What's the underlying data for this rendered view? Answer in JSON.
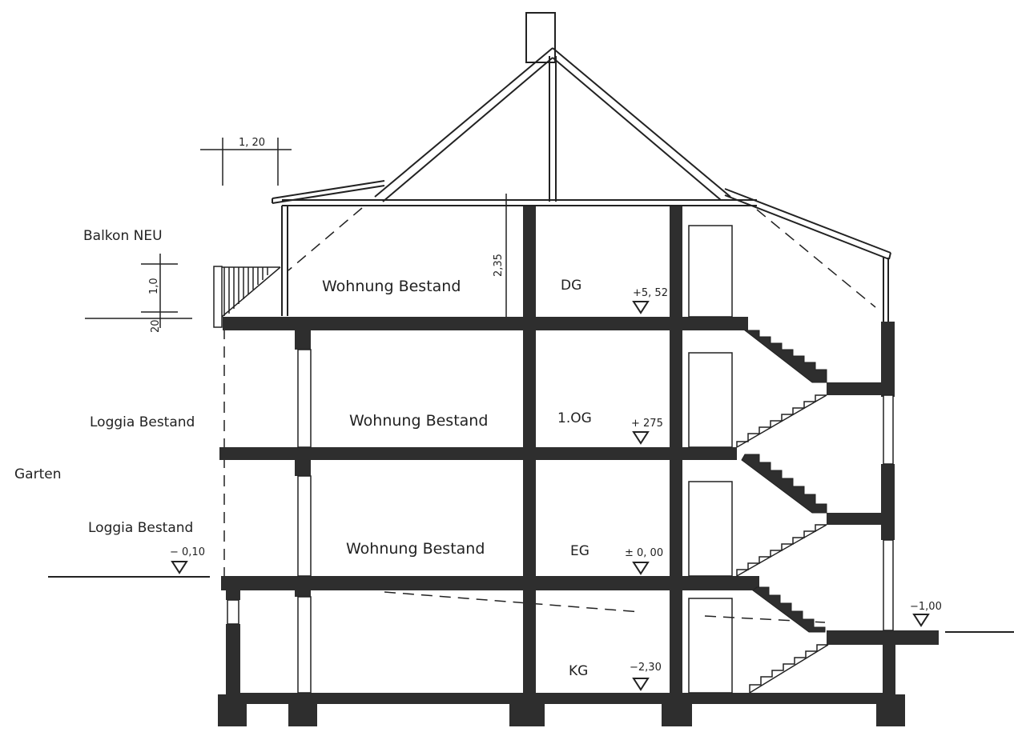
{
  "colors": {
    "structure": "#2e2e2e",
    "line": "#222222",
    "paper": "#ffffff"
  },
  "rooms": {
    "dg": "Wohnung Bestand",
    "og1": "Wohnung Bestand",
    "eg": "Wohnung Bestand"
  },
  "floors": {
    "dg": "DG",
    "og1": "1.OG",
    "eg": "EG",
    "kg": "KG"
  },
  "levels": {
    "dg": "+5, 52",
    "og1": "+ 275",
    "eg": "± 0, 00",
    "kg": "−2,30",
    "garden": "− 0,10",
    "street": "−1,00"
  },
  "side_labels": {
    "balkon": "Balkon NEU",
    "loggia_upper": "Loggia Bestand",
    "garten": "Garten",
    "loggia_lower": "Loggia Bestand"
  },
  "dimensions": {
    "balcony_width": "1, 20",
    "railing_height": "1,0",
    "railing_base": "20",
    "dg_height": "2,35"
  }
}
